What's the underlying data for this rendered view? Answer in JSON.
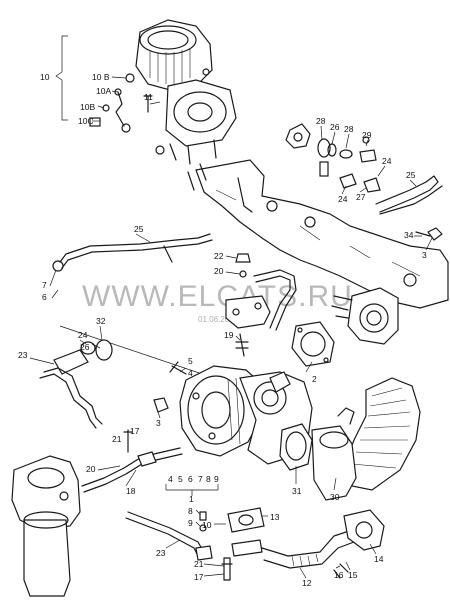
{
  "watermark": "WWW.ELCATS.RU",
  "datestamp": "01.06.20",
  "callouts": {
    "c10": "10",
    "c10B_top": "10 B",
    "c10A": "10A",
    "c10B_bot": "10B",
    "c10C": "10C",
    "c11": "11",
    "c28a": "28",
    "c26": "26",
    "c28b": "28",
    "c29": "29",
    "c24a": "24",
    "c25a": "25",
    "c24b": "24",
    "c27": "27",
    "c34": "34",
    "c3a": "3",
    "c25b": "25",
    "c22": "22",
    "c20a": "20",
    "c7": "7",
    "c6": "6",
    "c19": "19",
    "c32": "32",
    "c24c": "24",
    "c26b": "26",
    "c23a": "23",
    "c5a": "5",
    "c4": "4",
    "c2": "2",
    "c3b": "3",
    "c17a": "17",
    "c21a": "21",
    "c20b": "20",
    "c18": "18",
    "c4b": "4",
    "c5b": "5",
    "c6b": "6",
    "c7b": "7",
    "c8b": "8",
    "c9b": "9",
    "c1": "1",
    "c31": "31",
    "c30": "30",
    "c8": "8",
    "c9": "9",
    "c13": "13",
    "c10b": "10",
    "c23b": "23",
    "c21b": "21",
    "c17b": "17",
    "c12": "12",
    "c16": "16",
    "c15": "15",
    "c14": "14"
  }
}
